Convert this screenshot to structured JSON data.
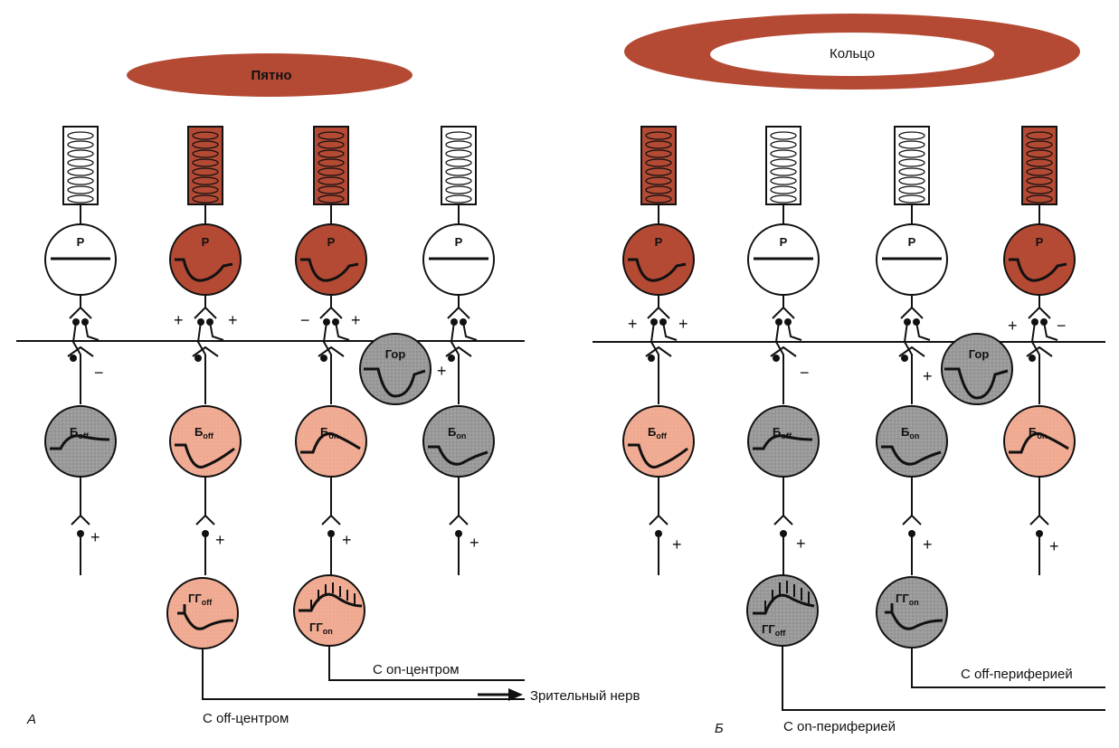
{
  "colors": {
    "stimulus": "#b44a34",
    "stimulus_light": "#f0ac94",
    "inhibited": "#9a9a9a",
    "neutral": "#ffffff",
    "ink": "#111111"
  },
  "panel_a": {
    "letter": "А",
    "stimulus_label": "Пятно",
    "receptor_label": "Р",
    "receptor_states": [
      "unlit",
      "lit",
      "lit",
      "unlit"
    ],
    "horizontal_label": "Гор",
    "bipolars": [
      {
        "base": "Б",
        "sub": "off",
        "state": "gray"
      },
      {
        "base": "Б",
        "sub": "off",
        "state": "light"
      },
      {
        "base": "Б",
        "sub": "on",
        "state": "light"
      },
      {
        "base": "Б",
        "sub": "on",
        "state": "gray"
      }
    ],
    "ganglions": [
      {
        "base": "ГГ",
        "sub": "off"
      },
      {
        "base": "ГГ",
        "sub": "on"
      }
    ],
    "on_center_label": "С  on-центром",
    "off_center_label": "С  off-центром",
    "optic_nerve_label": "Зрительный нерв"
  },
  "panel_b": {
    "letter": "Б",
    "stimulus_label": "Кольцо",
    "receptor_label": "Р",
    "receptor_states": [
      "lit",
      "unlit",
      "unlit",
      "lit"
    ],
    "horizontal_label": "Гор",
    "bipolars": [
      {
        "base": "Б",
        "sub": "off",
        "state": "light"
      },
      {
        "base": "Б",
        "sub": "off",
        "state": "gray"
      },
      {
        "base": "Б",
        "sub": "on",
        "state": "gray"
      },
      {
        "base": "Б",
        "sub": "on",
        "state": "light"
      }
    ],
    "ganglions": [
      {
        "base": "ГГ",
        "sub": "off"
      },
      {
        "base": "ГГ",
        "sub": "on"
      }
    ],
    "off_periphery_label": "С  off-периферией",
    "on_periphery_label": "С  on-периферией"
  },
  "signs": {
    "plus": "+",
    "minus": "−"
  }
}
